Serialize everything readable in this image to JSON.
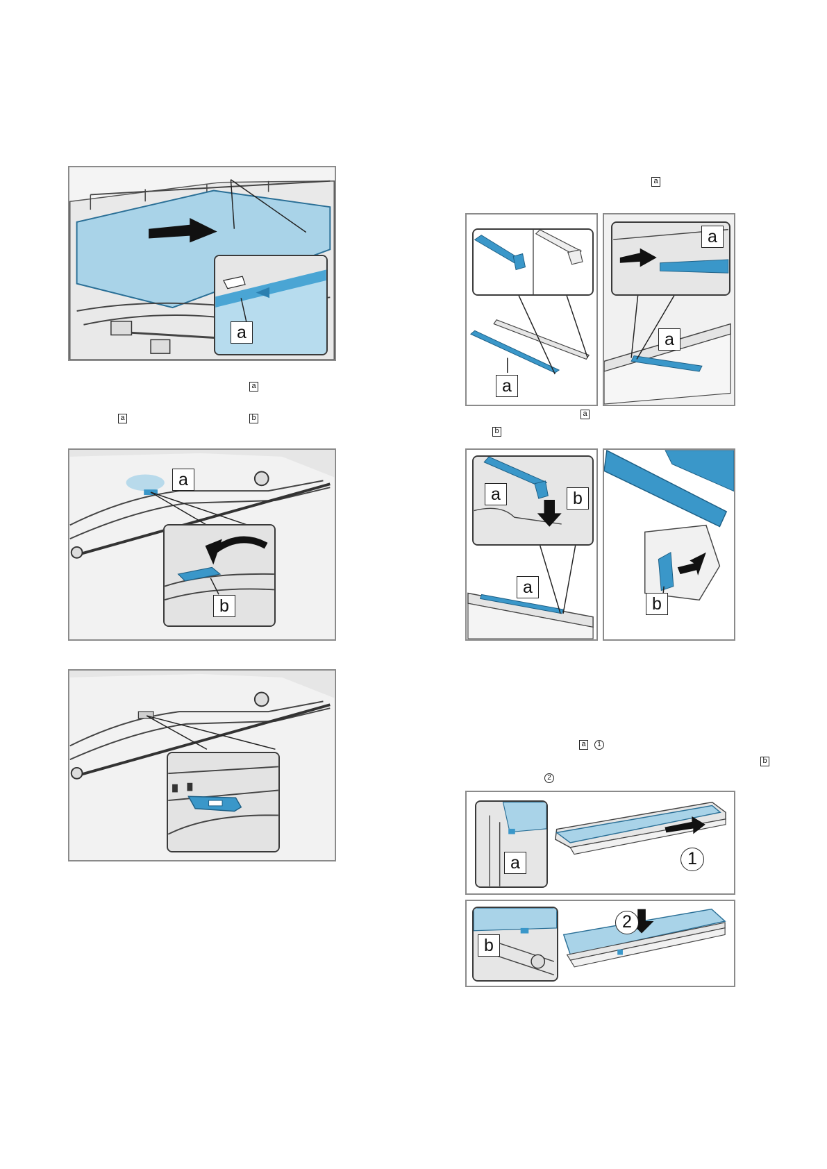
{
  "labels": {
    "a": "a",
    "b": "b",
    "one": "1",
    "two": "2"
  },
  "inline_refs": [
    {
      "id": "ref-a-1",
      "text": "a"
    },
    {
      "id": "ref-a-2",
      "text": "a"
    },
    {
      "id": "ref-b-1",
      "text": "b"
    },
    {
      "id": "ref-a-3",
      "text": "a"
    },
    {
      "id": "ref-a-4",
      "text": "a"
    },
    {
      "id": "ref-b-2",
      "text": "b"
    },
    {
      "id": "ref-a-5",
      "text": "a"
    },
    {
      "id": "ref-1",
      "text": "1"
    },
    {
      "id": "ref-b-3",
      "text": "b"
    },
    {
      "id": "ref-2",
      "text": "2"
    }
  ],
  "colors": {
    "glass_blue": "#a9d3e8",
    "part_blue": "#3a97c9",
    "frame_grey": "#8a8a8a",
    "line_dark": "#222222"
  }
}
